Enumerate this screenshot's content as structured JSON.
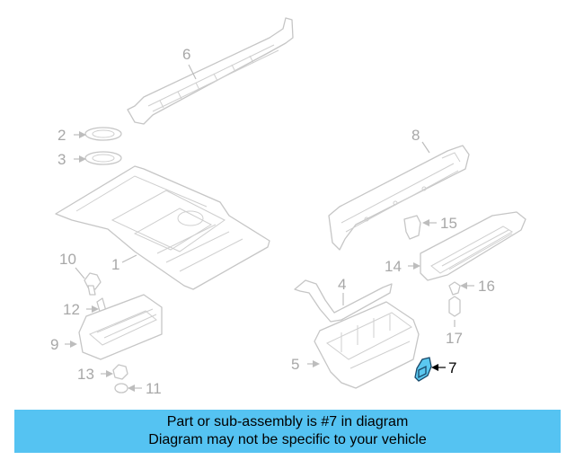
{
  "callouts": {
    "c1": "1",
    "c2": "2",
    "c3": "3",
    "c4": "4",
    "c5": "5",
    "c6": "6",
    "c7": "7",
    "c8": "8",
    "c9": "9",
    "c10": "10",
    "c11": "11",
    "c12": "12",
    "c13": "13",
    "c14": "14",
    "c15": "15",
    "c16": "16",
    "c17": "17"
  },
  "highlighted_part": "7",
  "colors": {
    "highlight_fill": "#5bc8f0",
    "banner_background": "#55c3f2"
  },
  "banner": {
    "line1": "Part or sub-assembly is #7 in diagram",
    "line2": "Diagram may not be specific to your vehicle"
  }
}
